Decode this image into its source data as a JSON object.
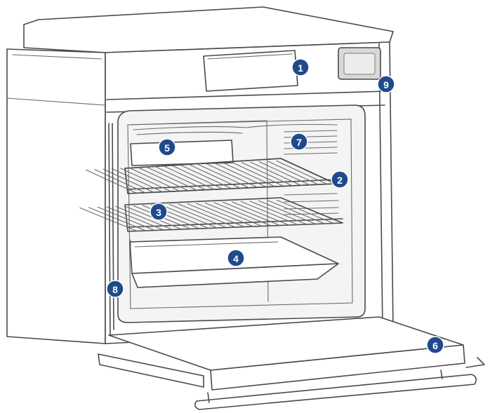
{
  "callouts": [
    {
      "id": "1",
      "label": "1"
    },
    {
      "id": "2",
      "label": "2"
    },
    {
      "id": "3",
      "label": "3"
    },
    {
      "id": "4",
      "label": "4"
    },
    {
      "id": "5",
      "label": "5"
    },
    {
      "id": "6",
      "label": "6"
    },
    {
      "id": "7",
      "label": "7"
    },
    {
      "id": "8",
      "label": "8"
    },
    {
      "id": "9",
      "label": "9"
    }
  ],
  "colors": {
    "badge": "#1f4a8c",
    "outline": "#4a4a4a"
  }
}
